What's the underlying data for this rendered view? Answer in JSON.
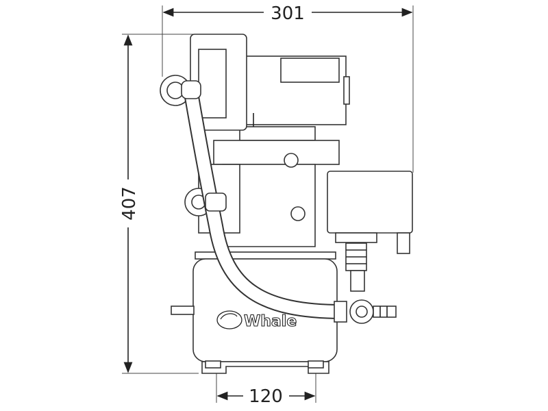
{
  "dimensions": {
    "width": {
      "label": "301"
    },
    "height": {
      "label": "407"
    },
    "base_width": {
      "label": "120"
    }
  },
  "logo": {
    "text": "Whale"
  }
}
